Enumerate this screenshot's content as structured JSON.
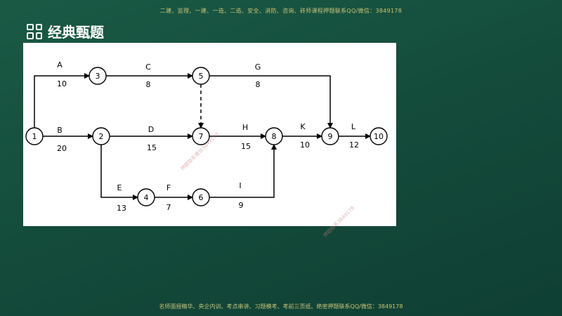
{
  "header": {
    "top_banner": "二建、监理、一建、一造、二造、安全、消防、咨询、砖师课程押题联系QQ/微信：3849178",
    "title": "经典甄题"
  },
  "footer": {
    "text": "名师面授精华、央企内训、考点串讲、习题模考、考前三页纸、绝密押题联系QQ/微信：3849178"
  },
  "watermarks": [
    "押题联系微信3849178",
    "押题联系3849178"
  ],
  "network": {
    "nodes": [
      {
        "id": "1",
        "label": "1"
      },
      {
        "id": "2",
        "label": "2"
      },
      {
        "id": "3",
        "label": "3"
      },
      {
        "id": "4",
        "label": "4"
      },
      {
        "id": "5",
        "label": "5"
      },
      {
        "id": "6",
        "label": "6"
      },
      {
        "id": "7",
        "label": "7"
      },
      {
        "id": "8",
        "label": "8"
      },
      {
        "id": "9",
        "label": "9"
      },
      {
        "id": "10",
        "label": "10"
      }
    ],
    "activities": [
      {
        "from": "1",
        "to": "3",
        "name": "A",
        "duration": "10"
      },
      {
        "from": "1",
        "to": "2",
        "name": "B",
        "duration": "20"
      },
      {
        "from": "3",
        "to": "5",
        "name": "C",
        "duration": "8"
      },
      {
        "from": "2",
        "to": "7",
        "name": "D",
        "duration": "15"
      },
      {
        "from": "2",
        "to": "4",
        "name": "E",
        "duration": "13"
      },
      {
        "from": "4",
        "to": "6",
        "name": "F",
        "duration": "7"
      },
      {
        "from": "5",
        "to": "9",
        "name": "G",
        "duration": "8"
      },
      {
        "from": "7",
        "to": "8",
        "name": "H",
        "duration": "15"
      },
      {
        "from": "6",
        "to": "8",
        "name": "I",
        "duration": "9"
      },
      {
        "from": "8",
        "to": "9",
        "name": "K",
        "duration": "10"
      },
      {
        "from": "9",
        "to": "10",
        "name": "L",
        "duration": "12"
      }
    ],
    "dummies": [
      {
        "from": "5",
        "to": "7"
      }
    ]
  }
}
